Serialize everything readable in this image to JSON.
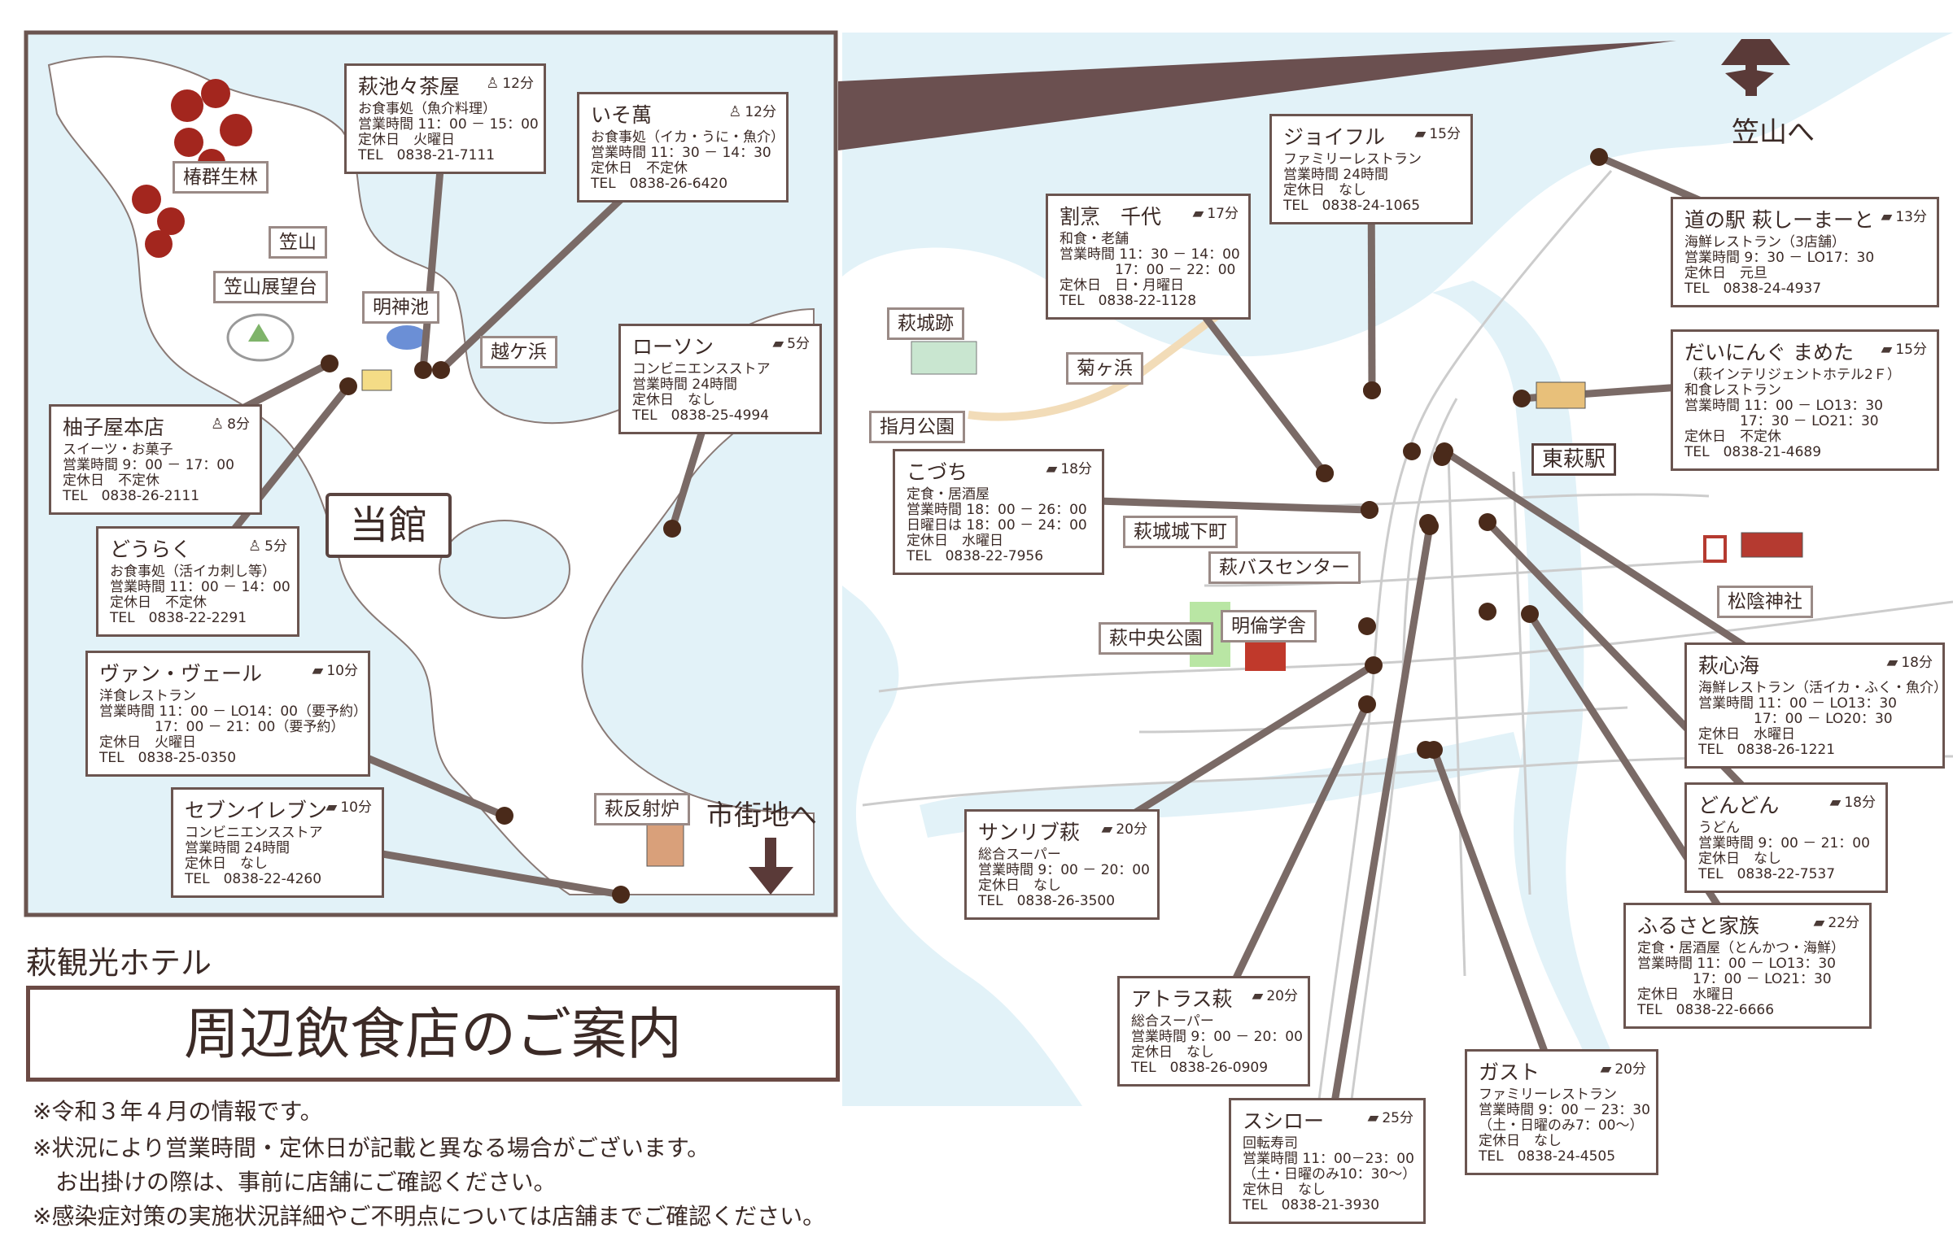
{
  "hotel_name": "萩観光ホテル",
  "title": "周辺飲食店のご案内",
  "notes": [
    "※令和３年４月の情報です。",
    "※状況により営業時間・定休日が記載と異なる場合がございます。",
    "　お出掛けの際は、事前に店舗にご確認ください。",
    "※感染症対策の実施状況詳細やご不明点については店舗までご確認ください。"
  ],
  "here_label": "当館",
  "directions": {
    "kasayama": "笠山へ",
    "city": "市街地へ"
  },
  "places": {
    "tsubaki": "椿群生林",
    "kasayama": "笠山",
    "tenbodai": "笠山展望台",
    "myojinike": "明神池",
    "koshigahama": "越ケ浜",
    "hagi_castle": "萩城跡",
    "shizuki_park": "指月公園",
    "kikugahama": "菊ヶ浜",
    "castle_town": "萩城城下町",
    "bus_center": "萩バスセンター",
    "meirin": "明倫学舎",
    "central_park": "萩中央公園",
    "higashihagi": "東萩駅",
    "shoin": "松陰神社",
    "hansharo": "萩反射炉"
  },
  "stores": [
    {
      "name": "萩池々茶屋",
      "time": "12分",
      "mode": "walk",
      "lines": [
        "お食事処（魚介料理）",
        "営業時間 11：00 － 15：00",
        "定休日　火曜日",
        "TEL　0838-21-7111"
      ]
    },
    {
      "name": "いそ萬",
      "time": "12分",
      "mode": "walk",
      "lines": [
        "お食事処（イカ・うに・魚介）",
        "営業時間 11：30 － 14：30",
        "定休日　不定休",
        "TEL　0838-26-6420"
      ]
    },
    {
      "name": "ローソン",
      "time": "5分",
      "mode": "car",
      "lines": [
        "コンビニエンスストア",
        "営業時間 24時間",
        "定休日　なし",
        "TEL　0838-25-4994"
      ]
    },
    {
      "name": "柚子屋本店",
      "time": "8分",
      "mode": "walk",
      "lines": [
        "スイーツ・お菓子",
        "営業時間 9：00 － 17：00",
        "定休日　不定休",
        "TEL　0838-26-2111"
      ]
    },
    {
      "name": "どうらく",
      "time": "5分",
      "mode": "walk",
      "lines": [
        "お食事処（活イカ刺し等）",
        "営業時間 11：00 － 14：00",
        "定休日　不定休",
        "TEL　0838-22-2291"
      ]
    },
    {
      "name": "ヴァン・ヴェール",
      "time": "10分",
      "mode": "car",
      "lines": [
        "洋食レストラン",
        "営業時間 11：00 － LO14：00（要予約）",
        "　　　　17：00 － 21：00（要予約）",
        "定休日　火曜日",
        "TEL　0838-25-0350"
      ]
    },
    {
      "name": "セブンイレブン",
      "time": "10分",
      "mode": "car",
      "lines": [
        "コンビニエンスストア",
        "営業時間 24時間",
        "定休日　なし",
        "TEL　0838-22-4260"
      ]
    },
    {
      "name": "割烹　千代",
      "time": "17分",
      "mode": "car",
      "lines": [
        "和食・老舗",
        "営業時間 11：30 － 14：00",
        "　　　　17：00 － 22：00",
        "定休日　日・月曜日",
        "TEL　0838-22-1128"
      ]
    },
    {
      "name": "ジョイフル",
      "time": "15分",
      "mode": "car",
      "lines": [
        "ファミリーレストラン",
        "営業時間 24時間",
        "定休日　なし",
        "TEL　0838-24-1065"
      ]
    },
    {
      "name": "道の駅 萩しーまーと",
      "time": "13分",
      "mode": "car",
      "lines": [
        "海鮮レストラン（3店舗）",
        "営業時間 9：30 － LO17：30",
        "定休日　元旦",
        "TEL　0838-24-4937"
      ]
    },
    {
      "name": "だいにんぐ まめた",
      "time": "15分",
      "mode": "car",
      "lines": [
        "（萩インテリジェントホテル2Ｆ）",
        "和食レストラン",
        "営業時間 11：00 － LO13：30",
        "　　　　17：30 － LO21：30",
        "定休日　不定休",
        "TEL　0838-21-4689"
      ]
    },
    {
      "name": "こづち",
      "time": "18分",
      "mode": "car",
      "lines": [
        "定食・居酒屋",
        "営業時間 18：00 － 26：00",
        "日曜日は 18：00 － 24：00",
        "定休日　水曜日",
        "TEL　0838-22-7956"
      ]
    },
    {
      "name": "萩心海",
      "time": "18分",
      "mode": "car",
      "lines": [
        "海鮮レストラン（活イカ・ふく・魚介）",
        "営業時間 11：00 － LO13：30",
        "　　　　17：00 － LO20：30",
        "定休日　水曜日",
        "TEL　0838-26-1221"
      ]
    },
    {
      "name": "どんどん",
      "time": "18分",
      "mode": "car",
      "lines": [
        "うどん",
        "営業時間 9：00 － 21：00",
        "定休日　なし",
        "TEL　0838-22-7537"
      ]
    },
    {
      "name": "サンリブ萩",
      "time": "20分",
      "mode": "car",
      "lines": [
        "総合スーパー",
        "営業時間 9：00 － 20：00",
        "定休日　なし",
        "TEL　0838-26-3500"
      ]
    },
    {
      "name": "ふるさと家族",
      "time": "22分",
      "mode": "car",
      "lines": [
        "定食・居酒屋（とんかつ・海鮮）",
        "営業時間 11：00 － LO13：30",
        "　　　　17：00 － LO21：30",
        "定休日　水曜日",
        "TEL　0838-22-6666"
      ]
    },
    {
      "name": "アトラス萩",
      "time": "20分",
      "mode": "car",
      "lines": [
        "総合スーパー",
        "営業時間 9：00 － 20：00",
        "定休日　なし",
        "TEL　0838-26-0909"
      ]
    },
    {
      "name": "ガスト",
      "time": "20分",
      "mode": "car",
      "lines": [
        "ファミリーレストラン",
        "営業時間 9：00 － 23：30",
        "（土・日曜のみ7：00～）",
        "定休日　なし",
        "TEL　0838-24-4505"
      ]
    },
    {
      "name": "スシロー",
      "time": "25分",
      "mode": "car",
      "lines": [
        "回転寿司",
        "営業時間 11：00－23：00",
        "（土・日曜のみ10：30～）",
        "定休日　なし",
        "TEL　0838-21-3930"
      ]
    }
  ],
  "colors": {
    "sea": "#e2f2f8",
    "land": "#ffffff",
    "frame": "#6b5550",
    "pointer": "#7a6a66",
    "dot": "#4a2a1a",
    "road": "#cfcfcf"
  }
}
